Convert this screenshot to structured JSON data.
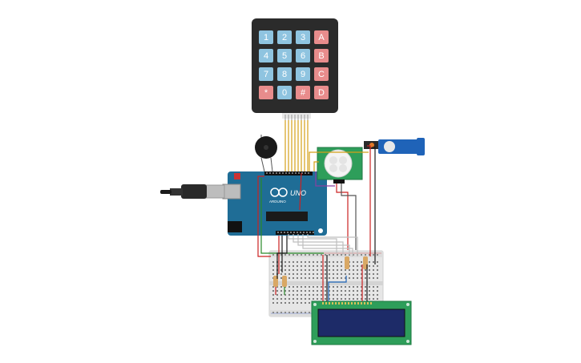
{
  "keypad": {
    "rows": [
      [
        "1",
        "2",
        "3",
        "A"
      ],
      [
        "4",
        "5",
        "6",
        "B"
      ],
      [
        "7",
        "8",
        "9",
        "C"
      ],
      [
        "*",
        "0",
        "#",
        "D"
      ]
    ]
  },
  "arduino": {
    "brand": "ARDUINO",
    "model": "UNO"
  },
  "colors": {
    "key_blue": "#8fc4e0",
    "key_red": "#e88c8c",
    "board_blue": "#1f6d96",
    "lcd_green": "#2e9e5a",
    "lcd_screen": "#1d2b68"
  }
}
